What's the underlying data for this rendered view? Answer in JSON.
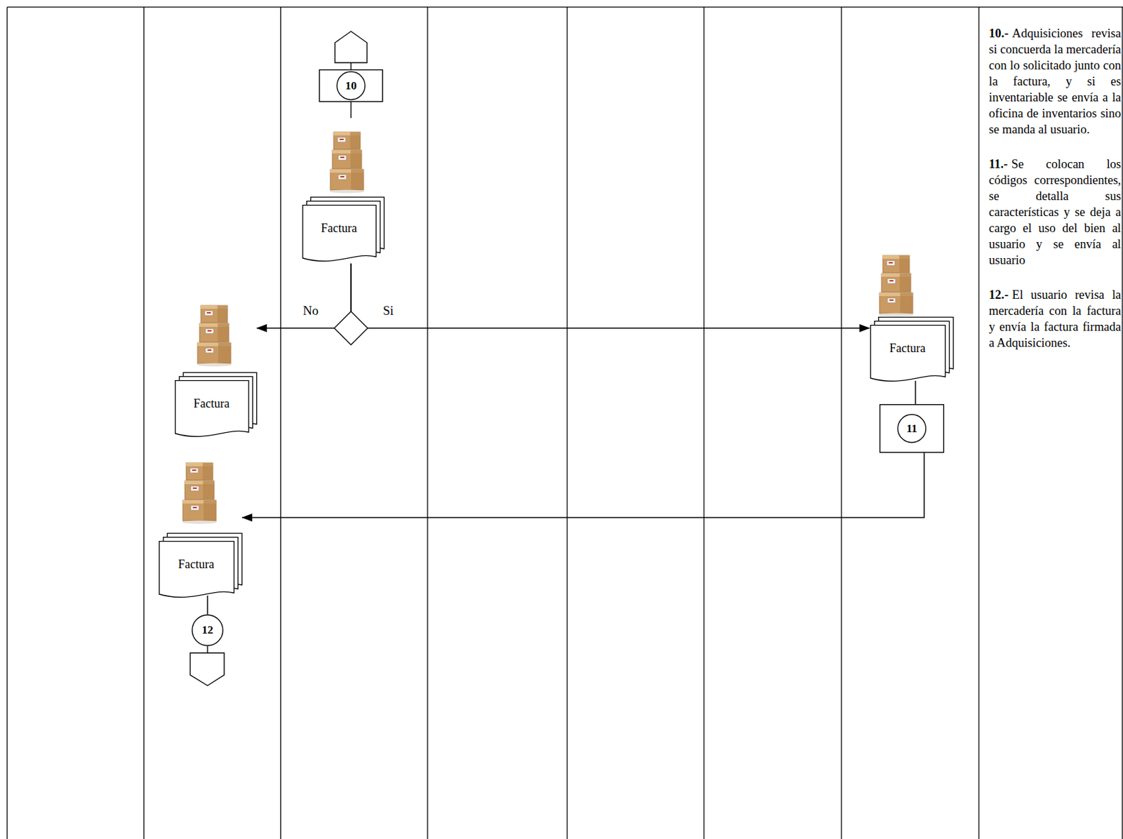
{
  "diagram": {
    "nodes": [
      {
        "text": [
          "10"
        ]
      },
      {
        "text": [
          "Factura"
        ]
      },
      {
        "text": [
          "Factura"
        ]
      },
      {
        "text": [
          "Factura"
        ]
      },
      {
        "text": [
          "11"
        ]
      },
      {
        "text": [
          "Factura"
        ]
      },
      {
        "text": [
          "12"
        ]
      }
    ],
    "edges": [
      {
        "from": 1,
        "to": 2,
        "label": "No",
        "arrow": "to"
      },
      {
        "from": 1,
        "to": 3,
        "label": "Si",
        "arrow": "to"
      },
      {
        "from": 3,
        "to": 4,
        "arrow": "none"
      },
      {
        "from": 4,
        "to": 5,
        "arrow": "to"
      },
      {
        "from": 5,
        "to": 6,
        "arrow": "none"
      }
    ],
    "labels": [
      "10.-",
      "Adquisiciones revisa si concuerda la mercadería con lo solicitado junto con la factura, y si es inventariable se envía a la oficina de inventarios sino se manda al usuario.",
      "11.-",
      "Se colocan los códigos correspondientes, se detalla sus características y se deja a cargo el uso del bien al usuario y se envía al usuario",
      "12.-",
      "El usuario revisa la mercadería con la factura y envía la factura firmada a Adquisiciones."
    ]
  }
}
